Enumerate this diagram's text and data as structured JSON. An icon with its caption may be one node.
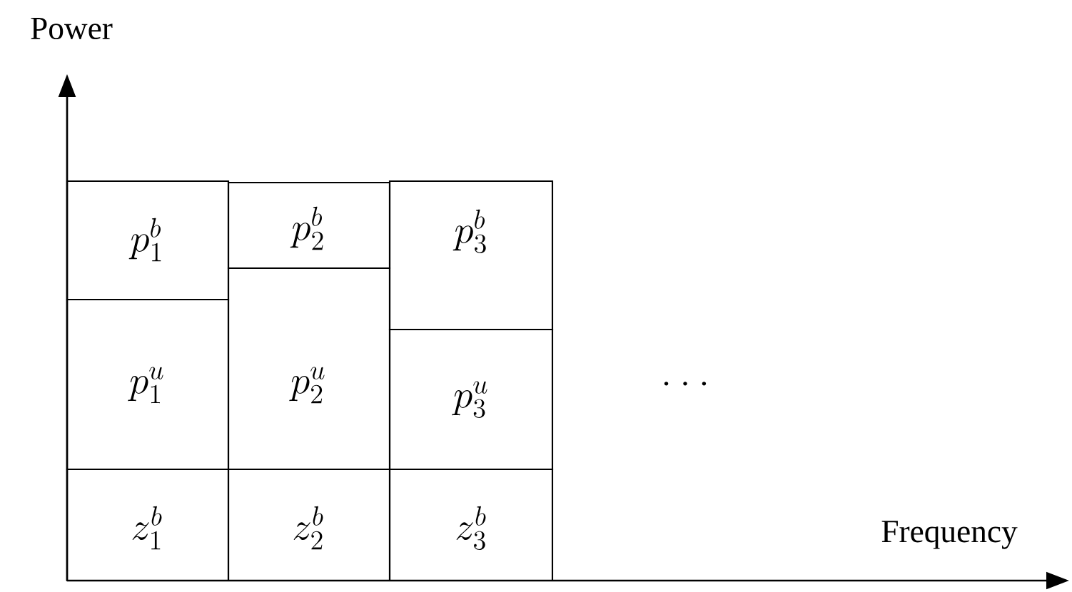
{
  "diagram": {
    "nodes": [
      {
        "text": [
          "p_1^b"
        ]
      },
      {
        "text": [
          "p_1^u"
        ]
      },
      {
        "text": [
          "z_1^b"
        ]
      },
      {
        "text": [
          "p_2^b"
        ]
      },
      {
        "text": [
          "p_2^u"
        ]
      },
      {
        "text": [
          "z_2^b"
        ]
      },
      {
        "text": [
          "p_3^b"
        ]
      },
      {
        "text": [
          "p_3^u"
        ]
      },
      {
        "text": [
          "z_3^b"
        ]
      }
    ],
    "edges": [],
    "labels": [
      "Power",
      "Frequency",
      "· · ·"
    ]
  }
}
